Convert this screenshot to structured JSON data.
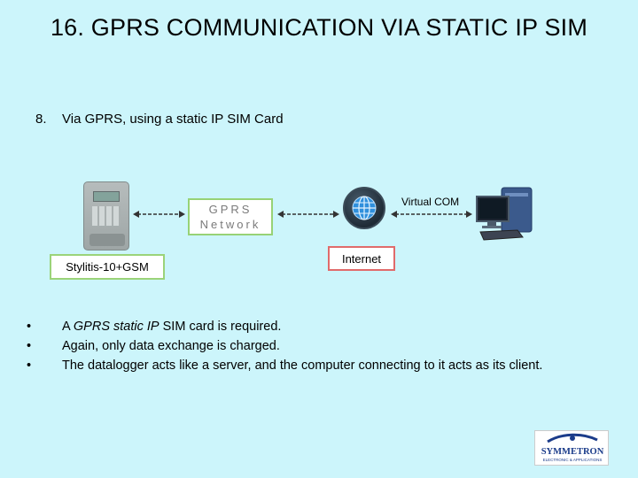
{
  "title": "16. GPRS COMMUNICATION VIA STATIC IP SIM",
  "subtitle": {
    "number": "8.",
    "text": "Via GPRS, using a static IP SIM Card"
  },
  "diagram": {
    "device_label": "Stylitis-10+GSM",
    "network_label_line1": "GPRS",
    "network_label_line2": "Network",
    "internet_label": "Internet",
    "virtual_com_label": "Virtual COM",
    "icons": [
      "datalogger-device-icon",
      "globe-icon",
      "computer-icon"
    ]
  },
  "bullets": [
    {
      "parts": [
        {
          "text": "A ",
          "italic": false
        },
        {
          "text": "GPRS static IP",
          "italic": true
        },
        {
          "text": " SIM card is required.",
          "italic": false
        }
      ]
    },
    {
      "parts": [
        {
          "text": "Again, only data exchange is charged.",
          "italic": false
        }
      ]
    },
    {
      "parts": [
        {
          "text": "The datalogger acts like a server, and the computer connecting to it acts as its client.",
          "italic": false
        }
      ]
    }
  ],
  "logo": {
    "name": "SYMMETRON",
    "tagline": "ELECTRONIC & APPLICATIONS"
  },
  "colors": {
    "background": "#ccf5fb",
    "green_border": "#9bd379",
    "red_border": "#e06b6b",
    "logo_blue": "#1b3c8a"
  }
}
